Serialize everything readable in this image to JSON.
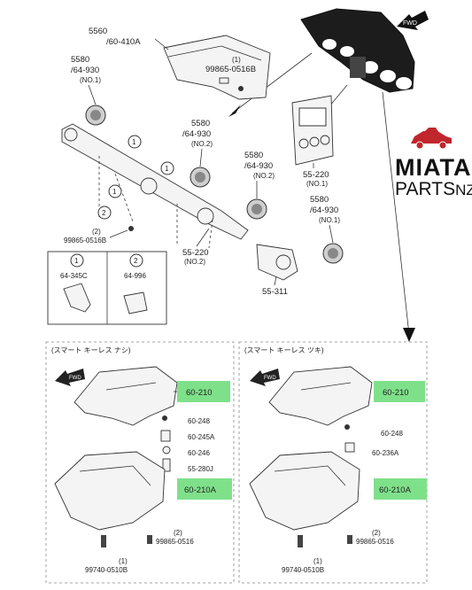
{
  "brand": {
    "line1": "MIATA",
    "line2": "PARTS",
    "line2_suffix": "NZ",
    "accent": "#c0262b"
  },
  "highlight_color": "#7fe08a",
  "fwd_label": "FWD",
  "top": {
    "labels": {
      "l5560": "5560",
      "l60410a": "/60-410A",
      "l5580a": "5580",
      "l64930a": "/64-930",
      "l64930a_no": "(NO.1)",
      "l99865_top_qty": "(1)",
      "l99865_top": "99865-0516B",
      "l5580b": "5580",
      "l64930b": "/64-930",
      "l64930b_no": "(NO.2)",
      "l5580c": "5580",
      "l64930c": "/64-930",
      "l64930c_no": "(NO.2)",
      "l5580d": "5580",
      "l64930d": "/64-930",
      "l64930d_no": "(NO.1)",
      "l55220a": "55-220",
      "l55220a_no": "(NO.1)",
      "l55220b": "55-220",
      "l55220b_no": "(NO.2)",
      "l55311": "55-311",
      "l99865_left_qty": "(2)",
      "l99865_left": "99865-0516B",
      "callout1": "1",
      "callout2": "2"
    },
    "legend": {
      "n1": "1",
      "p1": "64-345C",
      "n2": "2",
      "p2": "64-996"
    }
  },
  "panels": [
    {
      "header": "(スマート キーレス ナシ)",
      "upper": "60-210",
      "lower": "60-210A",
      "parts": [
        "60-248",
        "60-245A",
        "60-246",
        "55-280J"
      ],
      "screw_qty": "(2)",
      "screw": "99865-0516",
      "bolt_qty": "(1)",
      "bolt": "99740-0510B"
    },
    {
      "header": "(スマート キーレス ツキ)",
      "upper": "60-210",
      "lower": "60-210A",
      "parts": [
        "60-248",
        "60-236A"
      ],
      "screw_qty": "(2)",
      "screw": "99865-0516",
      "bolt_qty": "(1)",
      "bolt": "99740-0510B"
    }
  ]
}
